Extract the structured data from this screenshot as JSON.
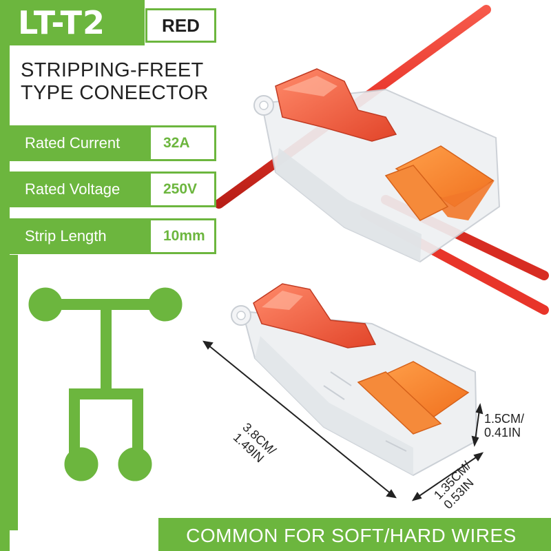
{
  "model": "LT-T2",
  "color_label": "RED",
  "title": {
    "line1": "STRIPPING-FREET",
    "line2": "TYPE CONEECTOR"
  },
  "specs": [
    {
      "label": "Rated Current",
      "value": "32A"
    },
    {
      "label": "Rated Voltage",
      "value": "250V"
    },
    {
      "label": "Strip Length",
      "value": "10mm"
    }
  ],
  "dimensions": {
    "length": {
      "line1": "3.8CM/",
      "line2": "1.49IN"
    },
    "height": {
      "line1": "1.5CM/",
      "line2": "0.41IN"
    },
    "width": {
      "line1": "1.35CM/",
      "line2": "0.53IN"
    }
  },
  "footer": "COMMON FOR SOFT/HARD WIRES",
  "colors": {
    "accent": "#6cb63e",
    "wire": "#e8352a",
    "lever": "#f47a2b",
    "body": "#eef0f2"
  },
  "icons": {
    "junction": "t-junction-icon"
  }
}
